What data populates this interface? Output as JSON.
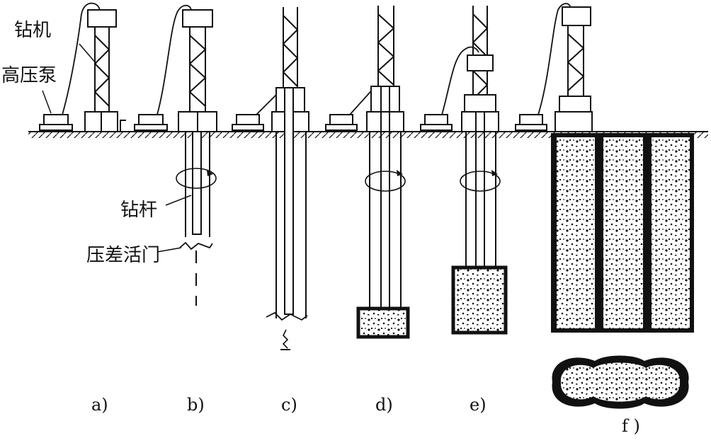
{
  "labels": {
    "drill_rig": "钻机",
    "hp_pump": "高压泵",
    "drill_rod": "钻杆",
    "diff_valve": "压差活门"
  },
  "steps": [
    "a)",
    "b)",
    "c)",
    "d)",
    "e)",
    "f )"
  ],
  "colors": {
    "ink": "#111111",
    "ground_fill": "#ffffff"
  }
}
